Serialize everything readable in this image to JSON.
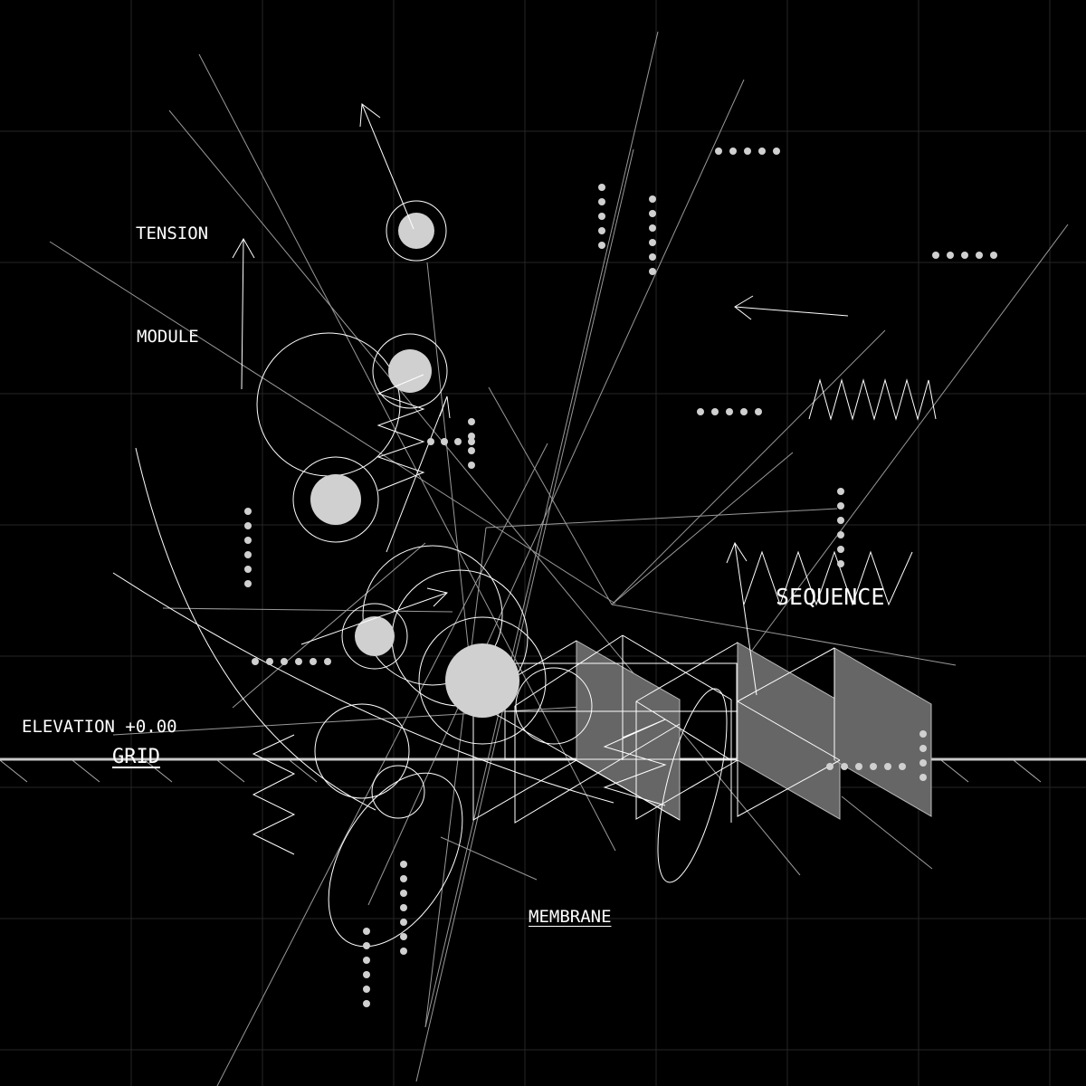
{
  "labels": {
    "tension": "TENSION",
    "module": "MODULE",
    "sequence": "SEQUENCE",
    "elevation": "ELEVATION +0.00",
    "grid": "GRID",
    "membrane": "MEMBRANE"
  },
  "colors": {
    "background": "#000000",
    "line": "#ffffff",
    "grid": "#2a2a2a",
    "fill_light": "#d0d0d0",
    "panel": "#666666",
    "horizon": "#c8c8c8"
  }
}
